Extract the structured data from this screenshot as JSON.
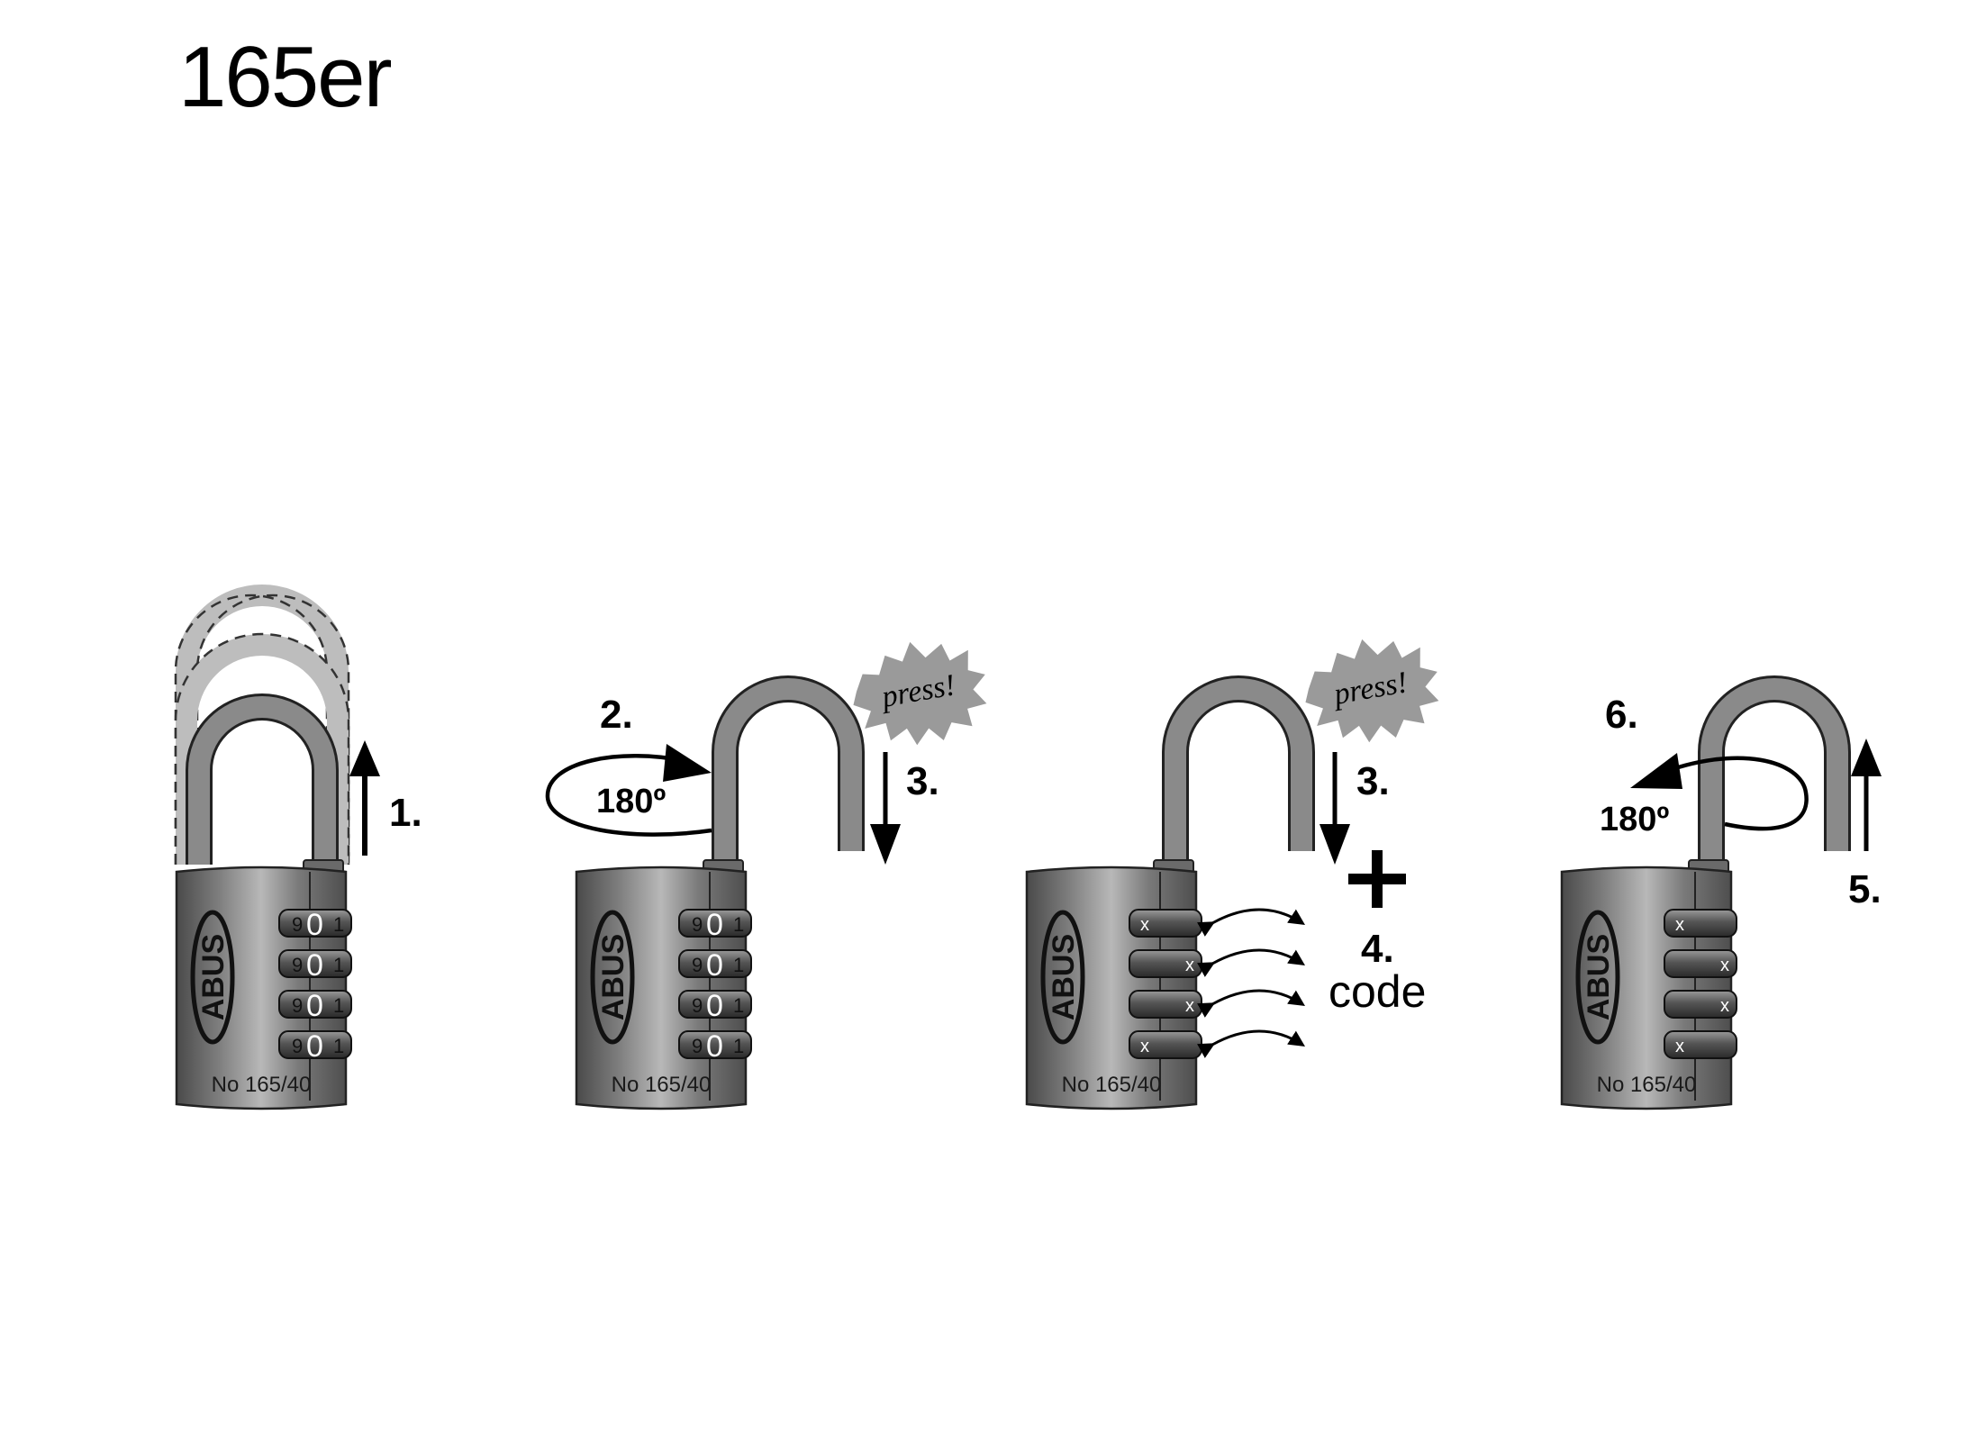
{
  "title": "165er",
  "brand": "ABUS",
  "model": "No 165/40",
  "press_label": "press!",
  "angle_label": "180º",
  "code_label": "code",
  "dial_digits": {
    "left": "9",
    "center": "0",
    "right": "1"
  },
  "dial_code_mark": "x",
  "steps": {
    "s1": "1.",
    "s2": "2.",
    "s3": "3.",
    "s4": "4.",
    "s5": "5.",
    "s6": "6."
  },
  "panels": [
    {
      "id": "panel-1",
      "shackle": "raised-outline",
      "dials": "zeros"
    },
    {
      "id": "panel-2",
      "shackle": "rotated-open",
      "dials": "zeros"
    },
    {
      "id": "panel-3",
      "shackle": "rotated-open",
      "dials": "code-set"
    },
    {
      "id": "panel-4",
      "shackle": "rotated-back",
      "dials": "code-scrambled"
    }
  ],
  "colors": {
    "body_dark": "#5f5f5f",
    "body_light": "#a9a9a9",
    "shackle": "#8a8a8a",
    "ghost": "#bdbdbd",
    "starburst": "#9a9a9a"
  }
}
